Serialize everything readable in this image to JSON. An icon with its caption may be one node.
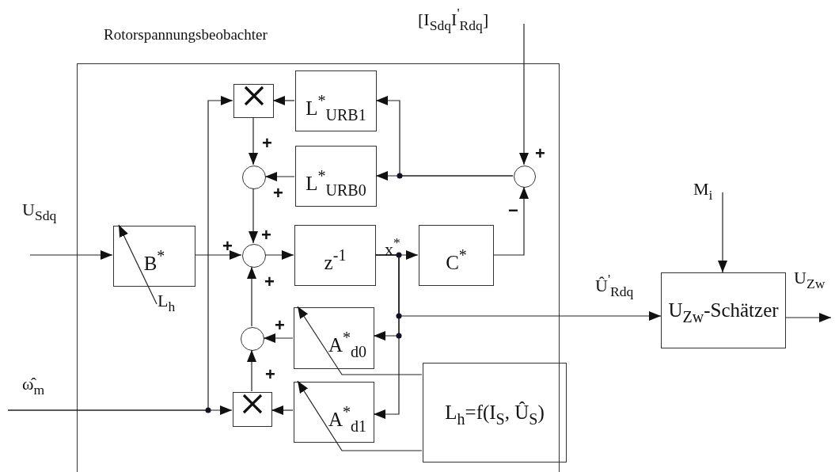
{
  "diagram": {
    "nodes": [
      {
        "text": [
          "Rotorspannungsbeobachter"
        ]
      },
      {
        "text": [
          "B$^{*}$"
        ],
        "in": 0
      },
      {
        "text": [],
        "shape": "box",
        "in": 0
      },
      {
        "text": [
          "L$^{*}$$_{URB1}$"
        ],
        "in": 0
      },
      {
        "text": [],
        "shape": "circle",
        "in": 0
      },
      {
        "text": [
          "L$^{*}$$_{URB0}$"
        ],
        "in": 0
      },
      {
        "text": [],
        "shape": "circle",
        "in": 0
      },
      {
        "text": [
          "z$^{-1}$"
        ],
        "in": 0
      },
      {
        "text": [
          "C$^{*}$"
        ],
        "in": 0
      },
      {
        "text": [],
        "shape": "circle",
        "in": 0
      },
      {
        "text": [],
        "shape": "circle",
        "in": 0
      },
      {
        "text": [
          "A$^{*}$$_{d0}$"
        ],
        "in": 0
      },
      {
        "text": [],
        "shape": "box",
        "in": 0
      },
      {
        "text": [
          "A$^{*}$$_{d1}$"
        ],
        "in": 0
      },
      {
        "text": [
          "L$_{h}$=f(I$_{S}$, Û$_{S}$)"
        ],
        "in": 0
      },
      {
        "text": [
          "U$_{Zw}$-Schätzer"
        ]
      },
      {
        "text": [
          "U$_{Sdq}$"
        ]
      },
      {
        "text": [
          "ω̂$_{m}$"
        ]
      },
      {
        "text": [
          "[I$_{Sdq}$I$^{'}$$_{Rdq}$]"
        ]
      },
      {
        "text": [
          "M$_{i}$"
        ]
      },
      {
        "text": [
          "U$_{Zw}$"
        ]
      },
      {
        "text": [
          "L$_{h}$"
        ],
        "in": 0
      }
    ],
    "edges": [
      {
        "from": 16,
        "to": 1,
        "arrow": "to"
      },
      {
        "from": 1,
        "to": 6,
        "arrow": "to",
        "label": "+"
      },
      {
        "from": 17,
        "to": 12,
        "arrow": "to"
      },
      {
        "from": 17,
        "to": 2,
        "arrow": "to"
      },
      {
        "from": 3,
        "to": 2,
        "arrow": "to"
      },
      {
        "from": 2,
        "to": 4,
        "arrow": "to",
        "label": "+"
      },
      {
        "from": 5,
        "to": 4,
        "arrow": "to",
        "label": "+"
      },
      {
        "from": 4,
        "to": 6,
        "arrow": "to",
        "label": "+"
      },
      {
        "from": 6,
        "to": 7,
        "arrow": "to"
      },
      {
        "from": 7,
        "to": 8,
        "arrow": "to",
        "label": "x$^{*}$"
      },
      {
        "from": 7,
        "to": 11,
        "arrow": "to"
      },
      {
        "from": 7,
        "to": 13,
        "arrow": "to"
      },
      {
        "from": 7,
        "to": 15,
        "arrow": "to",
        "label": "Û$^{'}$$_{Rdq}$"
      },
      {
        "from": 8,
        "to": 9,
        "arrow": "to",
        "label": "−"
      },
      {
        "from": 18,
        "to": 9,
        "arrow": "to",
        "label": "+"
      },
      {
        "from": 9,
        "to": 5,
        "arrow": "to"
      },
      {
        "from": 9,
        "to": 3,
        "arrow": "to"
      },
      {
        "from": 11,
        "to": 10,
        "arrow": "to",
        "label": "+"
      },
      {
        "from": 13,
        "to": 12,
        "arrow": "to"
      },
      {
        "from": 12,
        "to": 10,
        "arrow": "to",
        "label": "+"
      },
      {
        "from": 10,
        "to": 6,
        "arrow": "to",
        "label": "+"
      },
      {
        "from": 14,
        "to": 11,
        "arrow": "to"
      },
      {
        "from": 14,
        "to": 13,
        "arrow": "to"
      },
      {
        "from": 19,
        "to": 15,
        "arrow": "to"
      },
      {
        "from": 15,
        "to": 20,
        "arrow": "to"
      },
      {
        "from": 21,
        "to": 1,
        "arrow": "to"
      }
    ]
  }
}
